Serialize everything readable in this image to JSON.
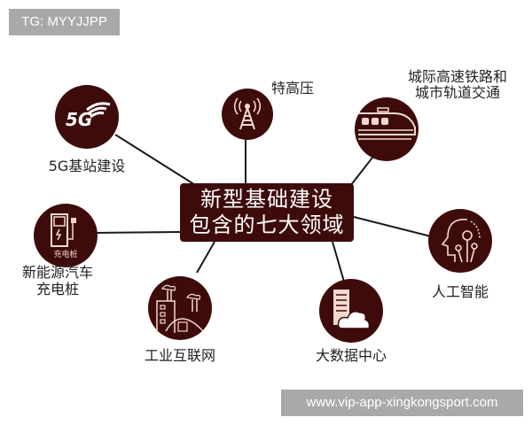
{
  "watermarks": {
    "top": "TG: MYYJJPP",
    "bottom": "www.vip-app-xingkongsport.com"
  },
  "center": {
    "line1": "新型基础建设",
    "line2": "包含的七大领域"
  },
  "nodes": [
    {
      "id": "5g",
      "label": "5G基站建设",
      "icon": "5g-signal-icon",
      "icon_text": "5G"
    },
    {
      "id": "uhv",
      "label": "特高压",
      "icon": "transmission-tower-icon"
    },
    {
      "id": "rail",
      "label_line1": "城际高速铁路和",
      "label_line2": "城市轨道交通",
      "icon": "high-speed-train-icon"
    },
    {
      "id": "ev",
      "label_line1": "新能源汽车",
      "label_line2": "充电桩",
      "icon": "charging-pile-icon",
      "icon_text": "充电桩"
    },
    {
      "id": "ai",
      "label": "人工智能",
      "icon": "ai-head-icon"
    },
    {
      "id": "iiot",
      "label": "工业互联网",
      "icon": "factory-icon"
    },
    {
      "id": "bigdata",
      "label": "大数据中心",
      "icon": "server-cloud-icon"
    }
  ],
  "colors": {
    "node_fill": "#3e0b0b",
    "icon_stroke": "#f3d9cf",
    "connector": "#1a1a1a",
    "watermark_bg": "#a9a9a9"
  }
}
